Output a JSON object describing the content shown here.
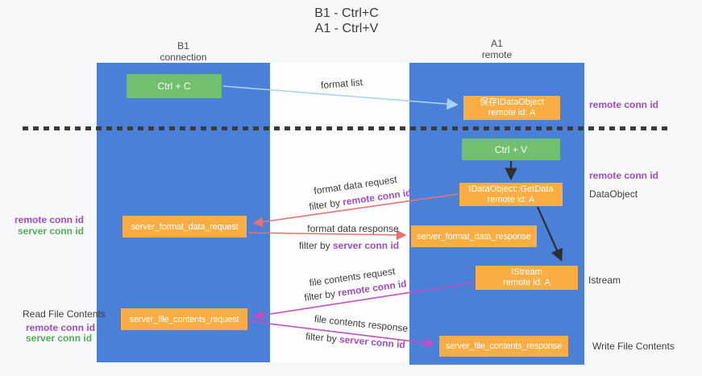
{
  "title": {
    "line1": "B1 - Ctrl+C",
    "line2": "A1 - Ctrl+V"
  },
  "lanes": {
    "left": {
      "title": "B1",
      "subtitle": "connection"
    },
    "right": {
      "title": "A1",
      "subtitle": "remote"
    }
  },
  "boxes": {
    "ctrl_c": {
      "label": "Ctrl + C"
    },
    "save_idataobject": {
      "line1": "保存IDataObject",
      "line2": "remote id: A"
    },
    "ctrl_v": {
      "label": "Ctrl + V"
    },
    "idataobject_getdata": {
      "line1": "IDataObject::GetData",
      "line2": "remote id: A"
    },
    "server_format_data_request": {
      "label": "server_format_data_request"
    },
    "server_format_data_response": {
      "label": "server_format_data_response"
    },
    "istream": {
      "line1": "IStream",
      "line2": "remote id: A"
    },
    "server_file_contents_request": {
      "label": "server_file_contents_request"
    },
    "server_file_contents_response": {
      "label": "server_file_contents_response"
    }
  },
  "arrows": {
    "format_list": {
      "label": "format list"
    },
    "format_data_request": {
      "label": "format data request",
      "filter_prefix": "filter by ",
      "filter_key": "remote conn id"
    },
    "format_data_response": {
      "label": "format data response",
      "filter_prefix": "filter by ",
      "filter_key": "server conn id"
    },
    "file_contents_request": {
      "label": "file contents request",
      "filter_prefix": "filter by ",
      "filter_key": "remote conn id"
    },
    "file_contents_response": {
      "label": "file contents response",
      "filter_prefix": "filter by ",
      "filter_key": "server conn id"
    }
  },
  "side_labels": {
    "right_top_remote_conn_id": "remote conn id",
    "right_mid_remote_conn_id": "remote conn id",
    "right_dataobject": "DataObject",
    "right_istream": "Istream",
    "right_write_file_contents": "Write File Contents",
    "left_remote_conn_id_1": "remote conn id",
    "left_server_conn_id_1": "server conn id",
    "left_read_file_contents": "Read File Contents",
    "left_remote_conn_id_2": "remote conn id",
    "left_server_conn_id_2": "server conn id"
  },
  "colors": {
    "lane_blue": "#4a80d8",
    "box_green": "#72bf6e",
    "box_orange": "#f9ad42",
    "arrow_red": "#e5736f",
    "arrow_magenta": "#c44fc4",
    "arrow_lightblue": "#a8d3f1",
    "arrow_black": "#2f2f2f",
    "text_purple": "#a24bc8",
    "text_green": "#53ae57"
  }
}
